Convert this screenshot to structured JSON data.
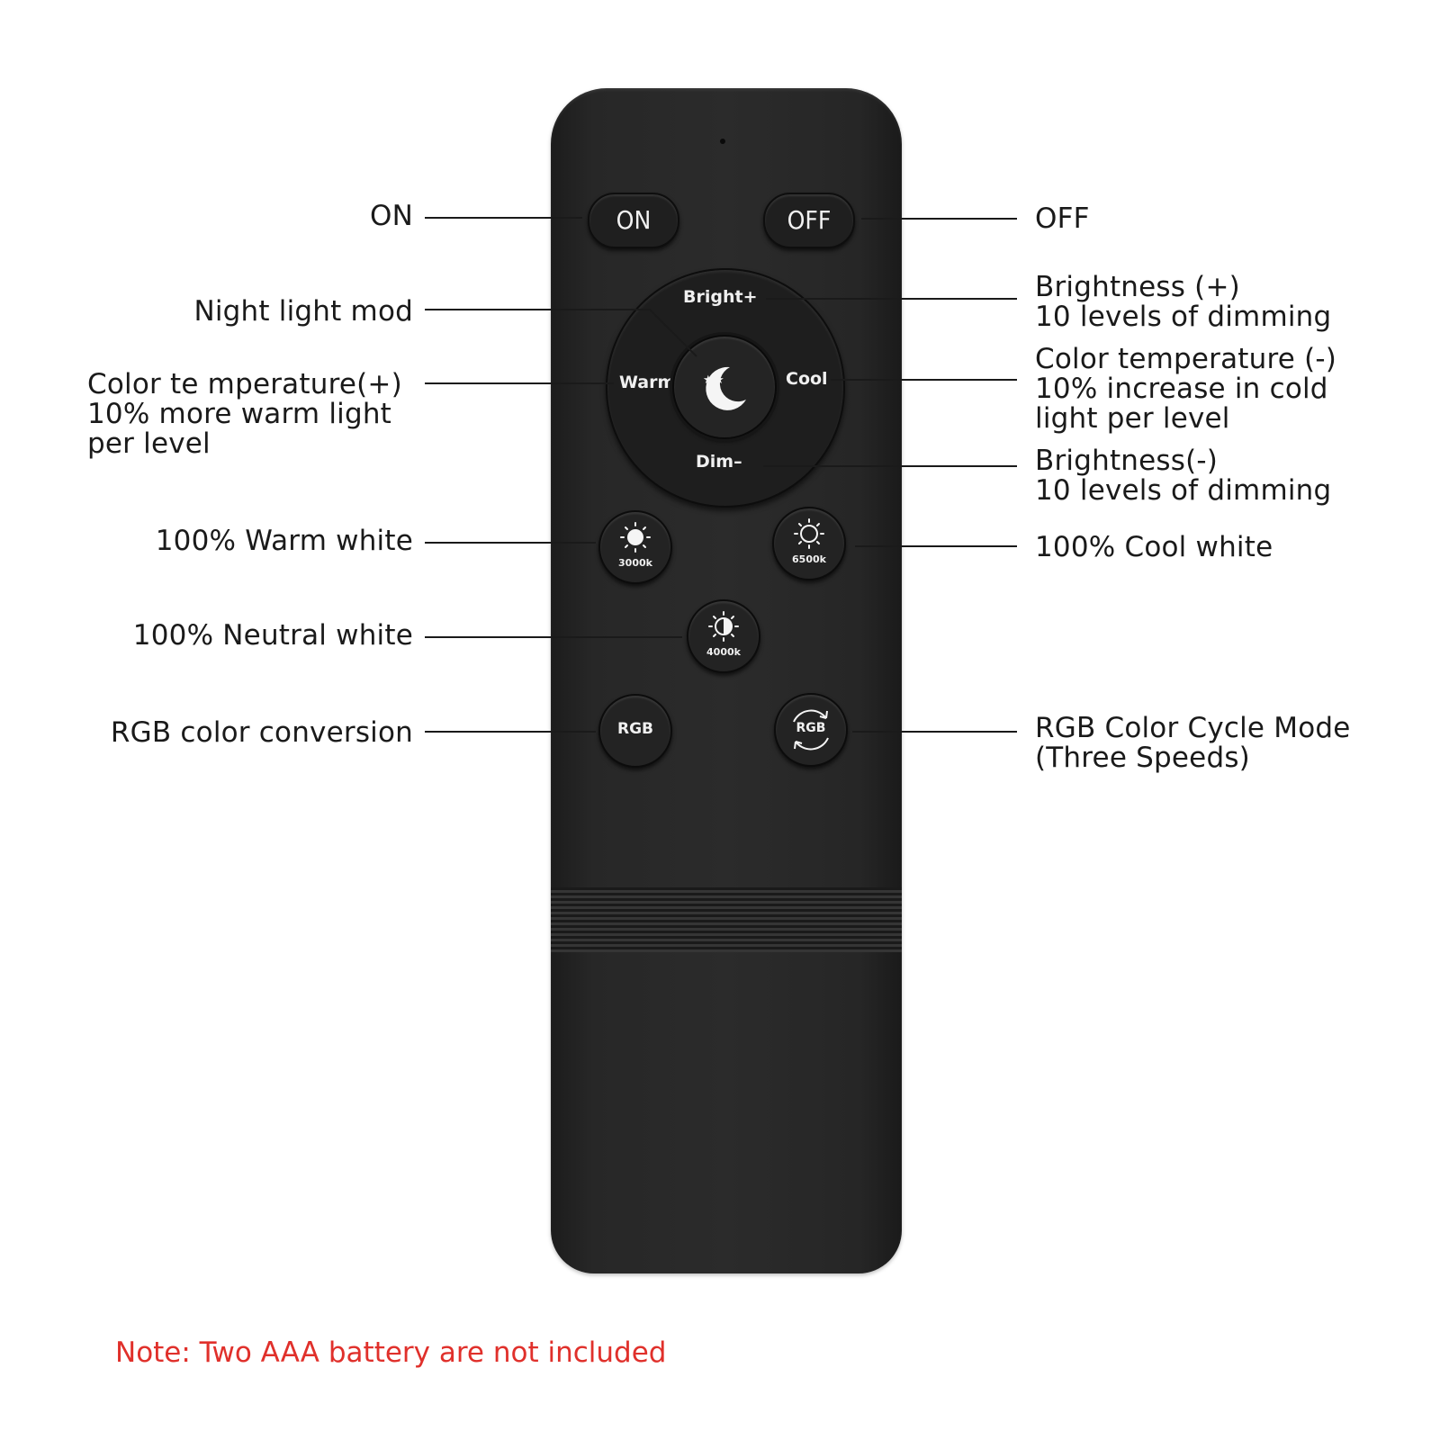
{
  "remote": {
    "on_button": "ON",
    "off_button": "OFF",
    "ring": {
      "top": "Bright+",
      "left": "Warm",
      "right": "Cool",
      "bottom": "Dim–"
    },
    "warm_button_temp": "3000k",
    "cool_button_temp": "6500k",
    "neutral_button_temp": "4000k",
    "rgb_button": "RGB",
    "rgb_cycle_button": "RGB"
  },
  "callouts": {
    "on": "ON",
    "off": "OFF",
    "night_light": "Night light mod",
    "brightness_plus": [
      "Brightness (+)",
      "10 levels of dimming"
    ],
    "color_temp_plus": [
      "Color te mperature(+)",
      "10% more warm light",
      "per level"
    ],
    "color_temp_minus": [
      "Color temperature (-)",
      "10% increase in cold",
      "light per level"
    ],
    "brightness_minus": [
      "Brightness(-)",
      "10 levels of dimming"
    ],
    "warm_white": "100% Warm white",
    "cool_white": "100% Cool white",
    "neutral_white": "100% Neutral white",
    "rgb_conversion": "RGB color conversion",
    "rgb_cycle": [
      "RGB Color Cycle Mode",
      "(Three Speeds)"
    ]
  },
  "note": "Note: Two AAA battery are not included",
  "colors": {
    "note": "#e0302b",
    "remote_body": "#2a2a2a",
    "text": "#1a1a1a"
  }
}
